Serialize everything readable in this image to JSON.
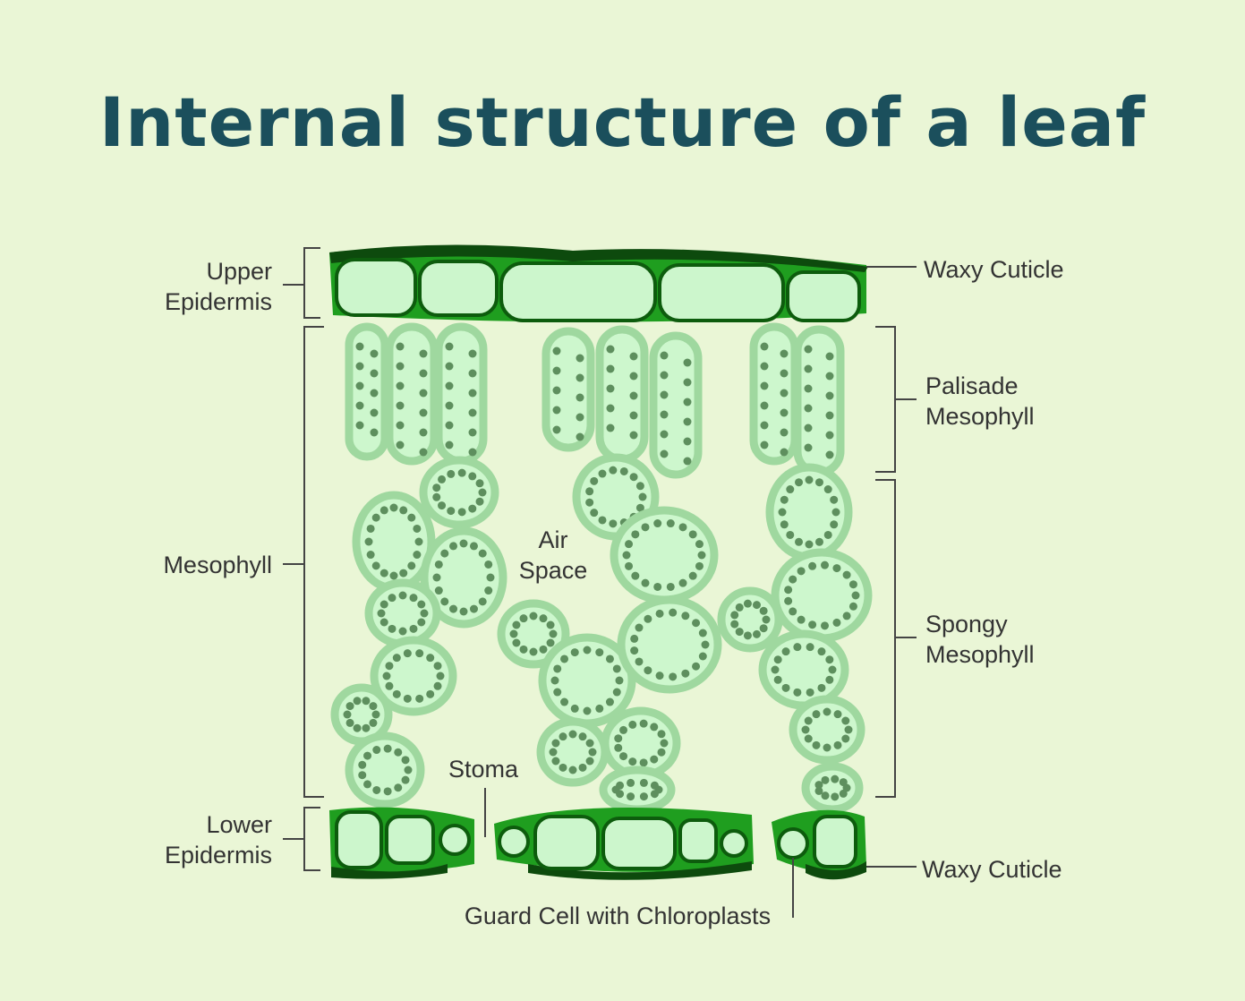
{
  "title": "Internal structure of a leaf",
  "labels": {
    "upper_epidermis": [
      "Upper",
      "Epidermis"
    ],
    "mesophyll": "Mesophyll",
    "lower_epidermis": [
      "Lower",
      "Epidermis"
    ],
    "waxy_cuticle_top": "Waxy Cuticle",
    "palisade": [
      "Palisade",
      "Mesophyll"
    ],
    "spongy": [
      "Spongy",
      "Mesophyll"
    ],
    "waxy_cuticle_bottom": "Waxy Cuticle",
    "air_space": [
      "Air",
      "Space"
    ],
    "stoma": "Stoma",
    "guard_cell": "Guard Cell with Chloroplasts"
  },
  "colors": {
    "background": "#eaf6d6",
    "title": "#1b4f5c",
    "epidermis": "#1f9e1f",
    "cuticle": "#0d4a0d",
    "cell": "#cdf7cd",
    "chloroplast": "#5e8f5e"
  }
}
